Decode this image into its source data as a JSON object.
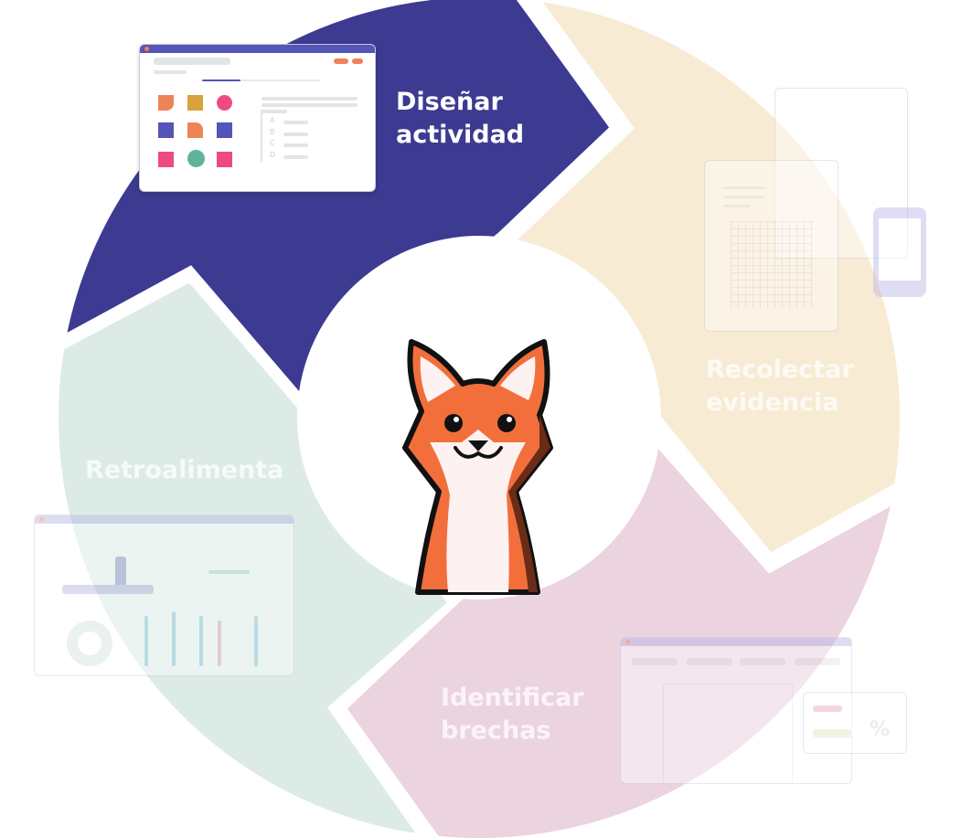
{
  "diagram": {
    "colors": {
      "design": "#3d3a91",
      "collect": "#f8ebd3",
      "identify": "#ecd3e0",
      "feedback": "#dcebe6",
      "fox_orange": "#f26f3c",
      "fox_belly": "#fdf1f1"
    },
    "steps": [
      {
        "label": "Diseñar\nactividad"
      },
      {
        "label": "Recolectar\nevidencia"
      },
      {
        "label": "Identificar\nbrechas"
      },
      {
        "label": "Retroalimenta"
      }
    ],
    "design_card": {
      "options": [
        "A",
        "B",
        "C",
        "D"
      ]
    },
    "gap_card": {
      "percent_symbol": "%"
    },
    "center_icon": "fox-mascot-icon"
  }
}
